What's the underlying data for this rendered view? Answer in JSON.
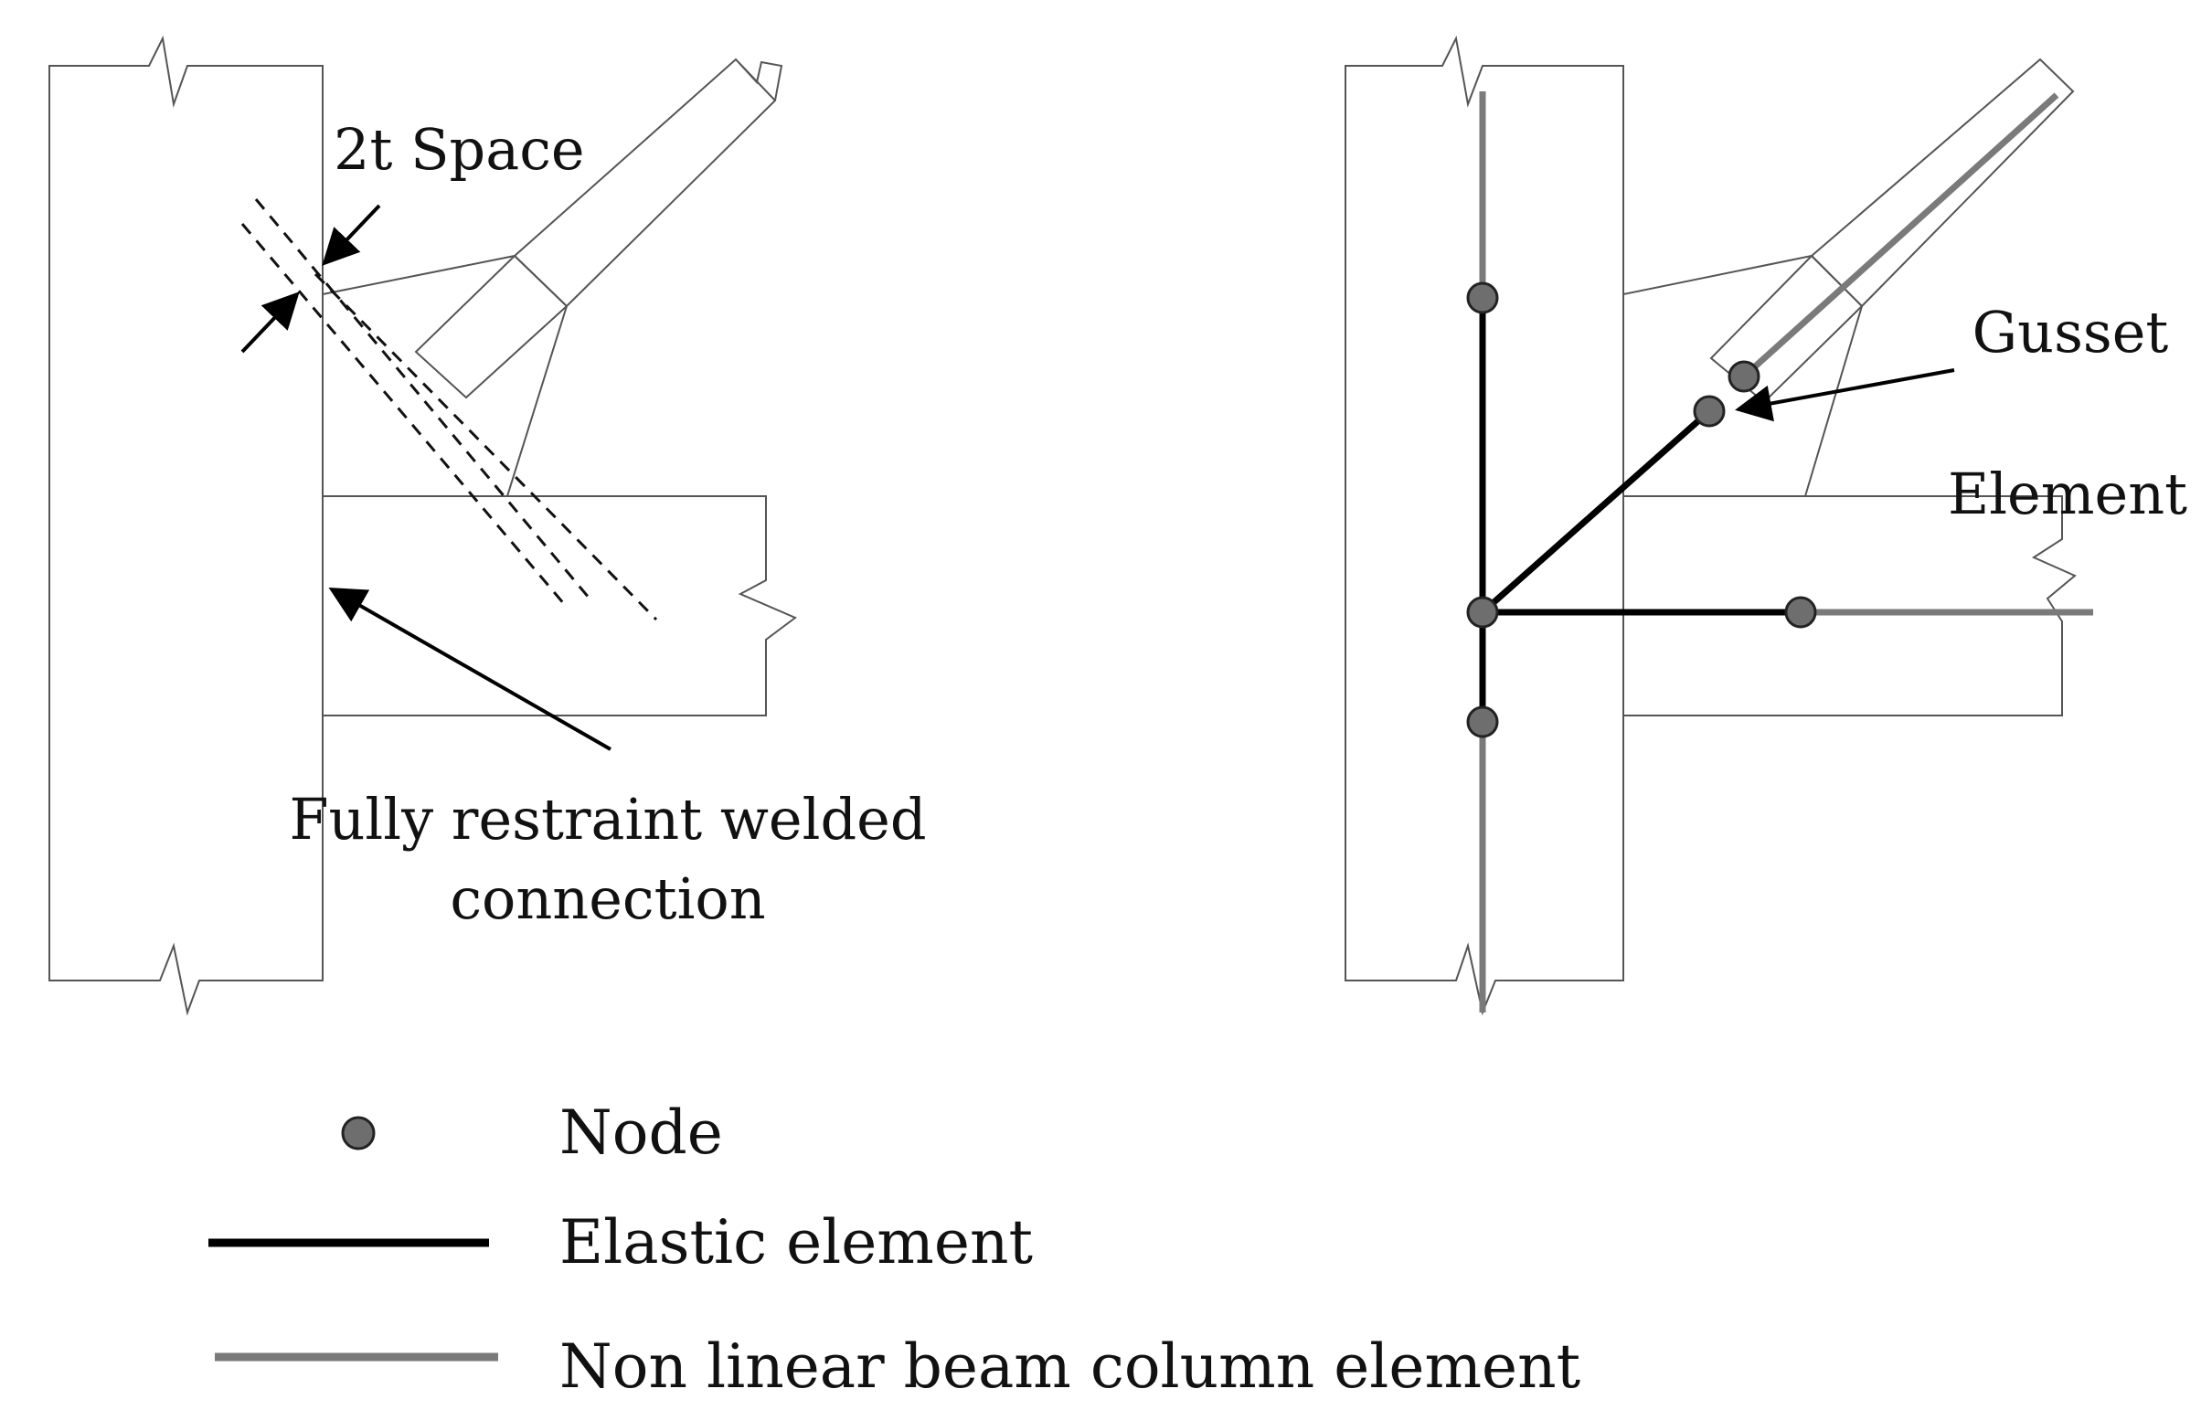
{
  "left_panel": {
    "space_label": "2t Space",
    "weld_label_line1": "Fully restraint welded",
    "weld_label_line2": "connection"
  },
  "right_panel": {
    "gusset_label_line1": "Gusset",
    "gusset_label_line2": "Element"
  },
  "legend": {
    "node_label": "Node",
    "elastic_label": "Elastic element",
    "nonlinear_label": "Non linear beam column element"
  },
  "colors": {
    "outline": "#444444",
    "elastic": "#000000",
    "nonlinear": "#7a7a7a",
    "node_fill": "#6e6e6e",
    "node_stroke": "#222222"
  }
}
